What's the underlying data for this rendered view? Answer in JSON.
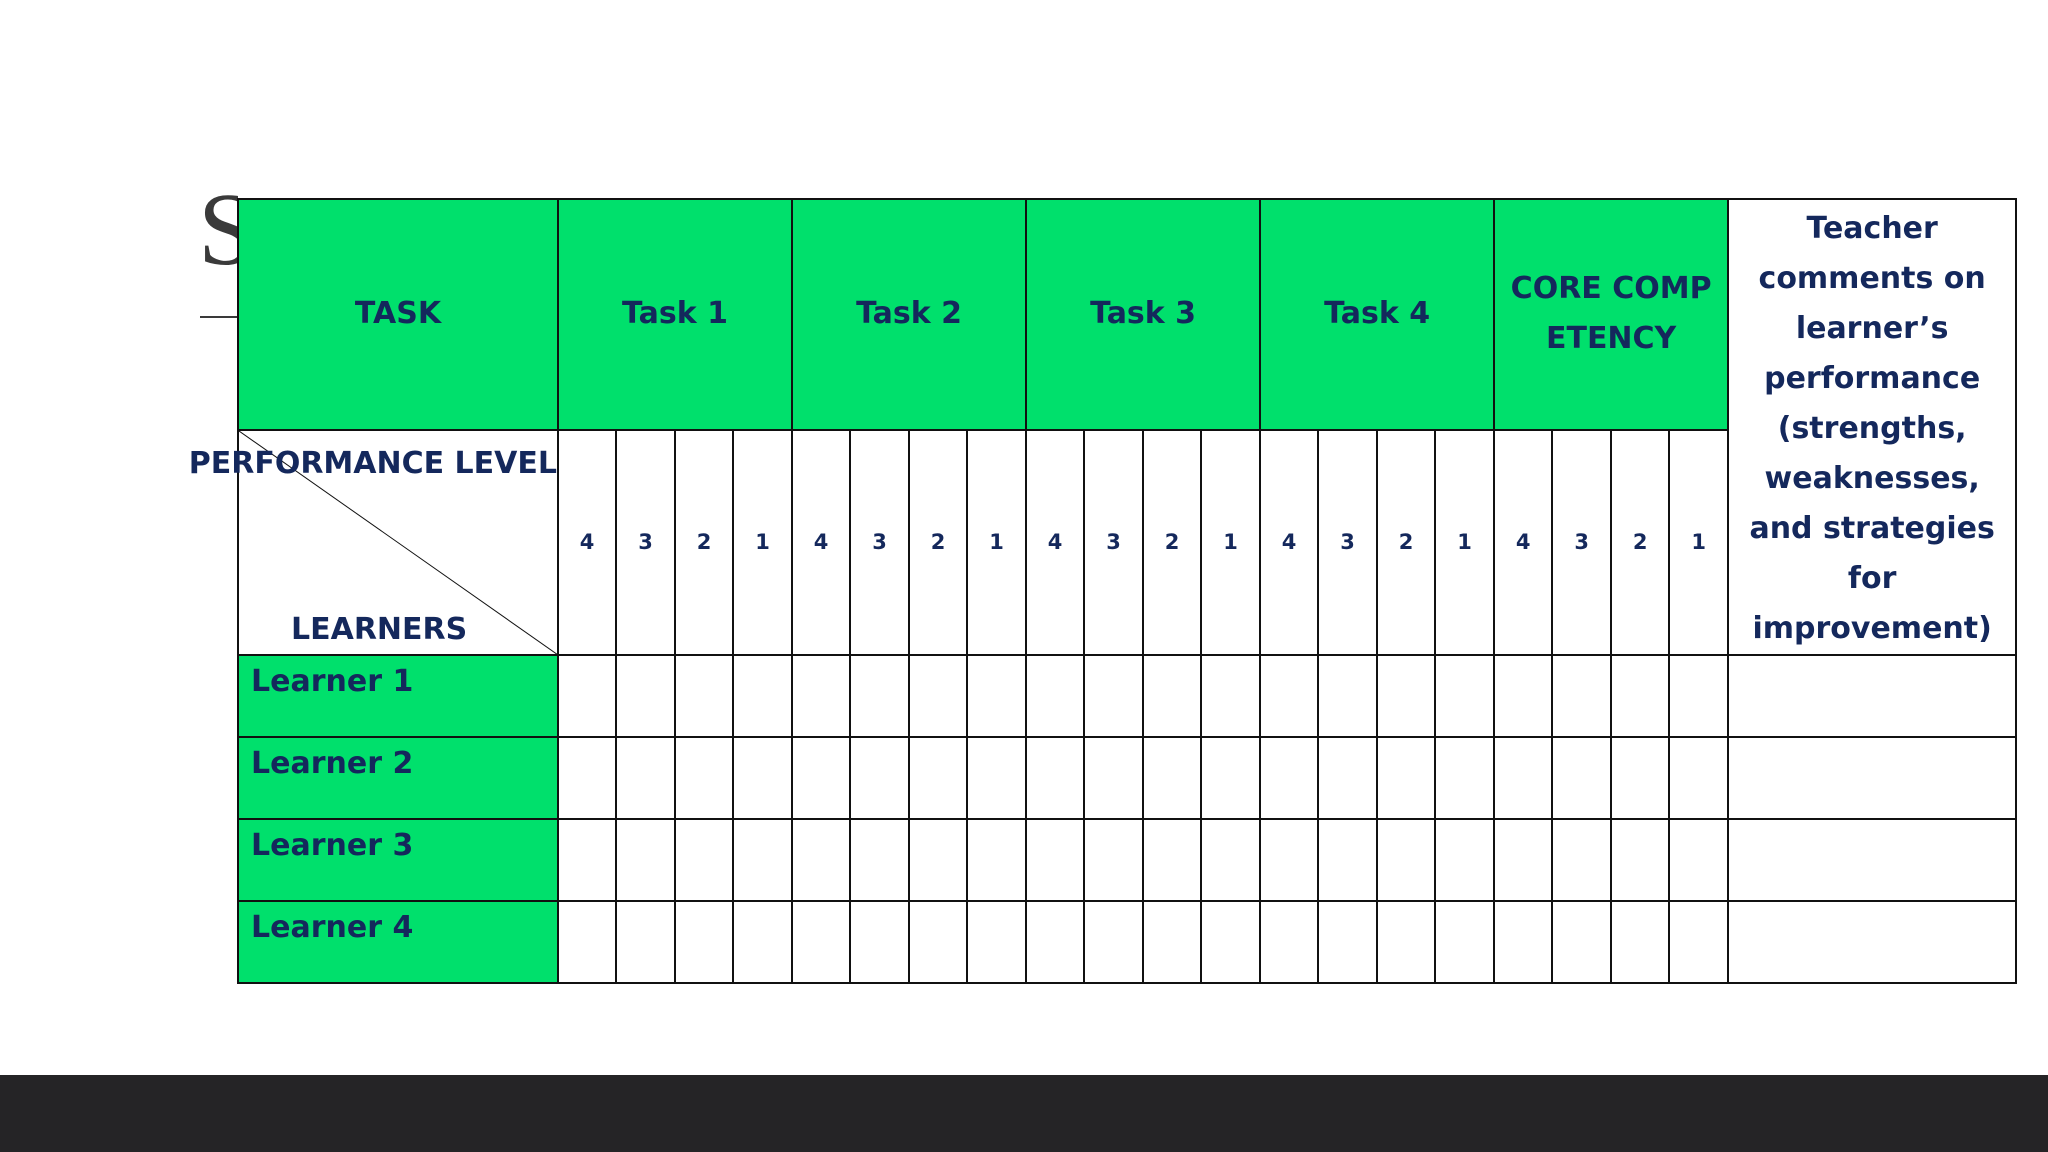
{
  "slide": {
    "title_fragment": "S",
    "colors": {
      "header_green": "#00e06c",
      "text_navy": "#14285c",
      "bottom_bar": "#252426"
    }
  },
  "table": {
    "task_header": "TASK",
    "performance_level": "PERFORMANCE LEVEL",
    "learners_header": "LEARNERS",
    "columns": [
      "Task 1",
      "Task 2",
      "Task 3",
      "Task 4",
      "CORE COMPETENCY"
    ],
    "levels": [
      "4",
      "3",
      "2",
      "1"
    ],
    "comments_header": "Teacher comments on learner’s performance (strengths, weaknesses, and strategies for improvement)",
    "learners": [
      "Learner 1",
      "Learner 2",
      "Learner 3",
      "Learner 4"
    ]
  }
}
